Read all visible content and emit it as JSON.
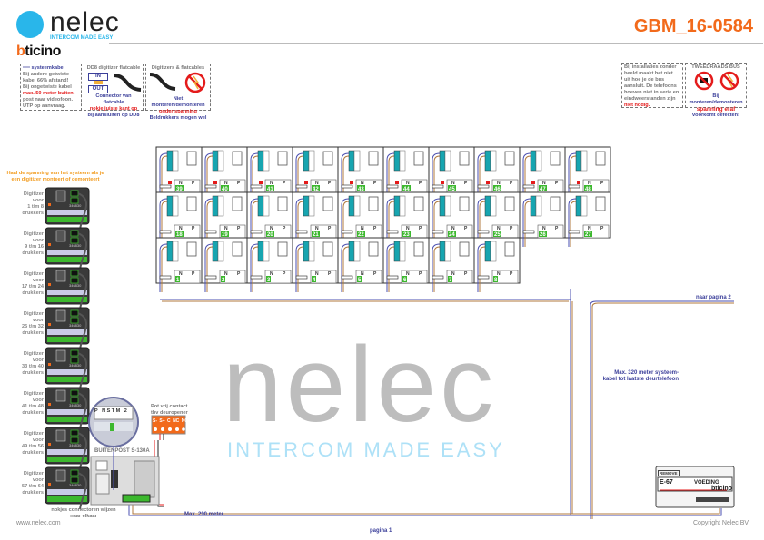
{
  "header": {
    "logo_word": "nelec",
    "logo_tagline": "INTERCOM MADE EASY",
    "brand": "bticino",
    "doc_id": "GBM_16-0584"
  },
  "info_boxes": [
    {
      "title": "systeemkabel",
      "lines": [
        "Bij andere getwiste",
        "kabel 66% afstand!",
        "Bij ongetwiste kabel",
        "max. 50 meter buiten-",
        "post naar videofoon.",
        "UTP op aanvraag."
      ]
    },
    {
      "title": "DD8 digitizer flatcable",
      "in": "IN",
      "out": "OUT",
      "lines": [
        "Connector van flatcable",
        "nokje juiste kant op",
        "bij aansluiten op DD8"
      ]
    },
    {
      "title": "Digitizers & flatcables",
      "lines": [
        "Niet monteren/demonteren",
        "onder spanning",
        "Beldrukkers mogen wel"
      ]
    },
    {
      "lines": [
        "Bij installaties zonder",
        "beeld maakt het niet",
        "uit hoe je de bus",
        "aansluit. De telefoons",
        "hoeven niet in serie en",
        "eindweerstanden zijn",
        "niet nodig."
      ]
    },
    {
      "title": "TWEEDRAADS BUS",
      "lines": [
        "Bij monteren/demonteren",
        "spanning eraf",
        "voorkomt defecten!"
      ]
    }
  ],
  "digitizer_warning": "Haal de spanning van het systeem als je een digitizer monteert of demonteert",
  "digitizers": [
    {
      "label": [
        "Digitizer",
        "voor",
        "1 t/m 8",
        "drukkers"
      ]
    },
    {
      "label": [
        "Digitizer",
        "voor",
        "9 t/m 16",
        "drukkers"
      ]
    },
    {
      "label": [
        "Digitizer",
        "voor",
        "17 t/m 24",
        "drukkers"
      ]
    },
    {
      "label": [
        "Digitizer",
        "voor",
        "25 t/m 32",
        "drukkers"
      ]
    },
    {
      "label": [
        "Digitizer",
        "voor",
        "33 t/m 40",
        "drukkers"
      ]
    },
    {
      "label": [
        "Digitizer",
        "voor",
        "41 t/m 48",
        "drukkers"
      ]
    },
    {
      "label": [
        "Digitizer",
        "voor",
        "49 t/m 56",
        "drukkers"
      ]
    },
    {
      "label": [
        "Digitizer",
        "voor",
        "57 t/m 64",
        "drukkers"
      ]
    }
  ],
  "digitizer_model": "346830",
  "digitizer_note": "nokjes connectoren wijzen naar elkaar",
  "buitenpost": {
    "label": "BUITENPOST S-130A",
    "terminals": [
      "P",
      "N",
      "S",
      "T",
      "M",
      "2"
    ]
  },
  "relay": {
    "label": "Pot.vrij contact tbv deuropener",
    "terminals": [
      "S-",
      "S+",
      "C",
      "NC",
      "NO"
    ]
  },
  "monitor_rows": [
    {
      "numbers": [
        "39",
        "40",
        "41",
        "42",
        "43",
        "44",
        "45",
        "46",
        "47",
        "48"
      ],
      "master": true
    },
    {
      "numbers": [
        "18",
        "19",
        "20",
        "21",
        "22",
        "23",
        "24",
        "25",
        "26",
        "27"
      ],
      "master": false
    },
    {
      "numbers": [
        "1",
        "2",
        "3",
        "4",
        "5",
        "6",
        "7",
        "8"
      ],
      "master": false
    }
  ],
  "monitor_terminals": [
    "N",
    "P"
  ],
  "wiring": {
    "max_bp": "Max. 290 meter",
    "max_sys": [
      "Max. 320 meter systeem-",
      "kabel tot laatste deurtelefoon"
    ],
    "next_page": "naar pagina 2"
  },
  "psu": {
    "model": "E-67",
    "label": "VOEDING",
    "brand": "bticino",
    "remove": "REMOVE"
  },
  "footer": {
    "site": "www.nelec.com",
    "page": "pagina 1",
    "copyright": "Copyright Nelec BV"
  },
  "colors": {
    "orange": "#f26a1b",
    "blue_wire": "#4a4fb0",
    "brown_wire": "#b0793c",
    "green": "#3cb82e"
  }
}
